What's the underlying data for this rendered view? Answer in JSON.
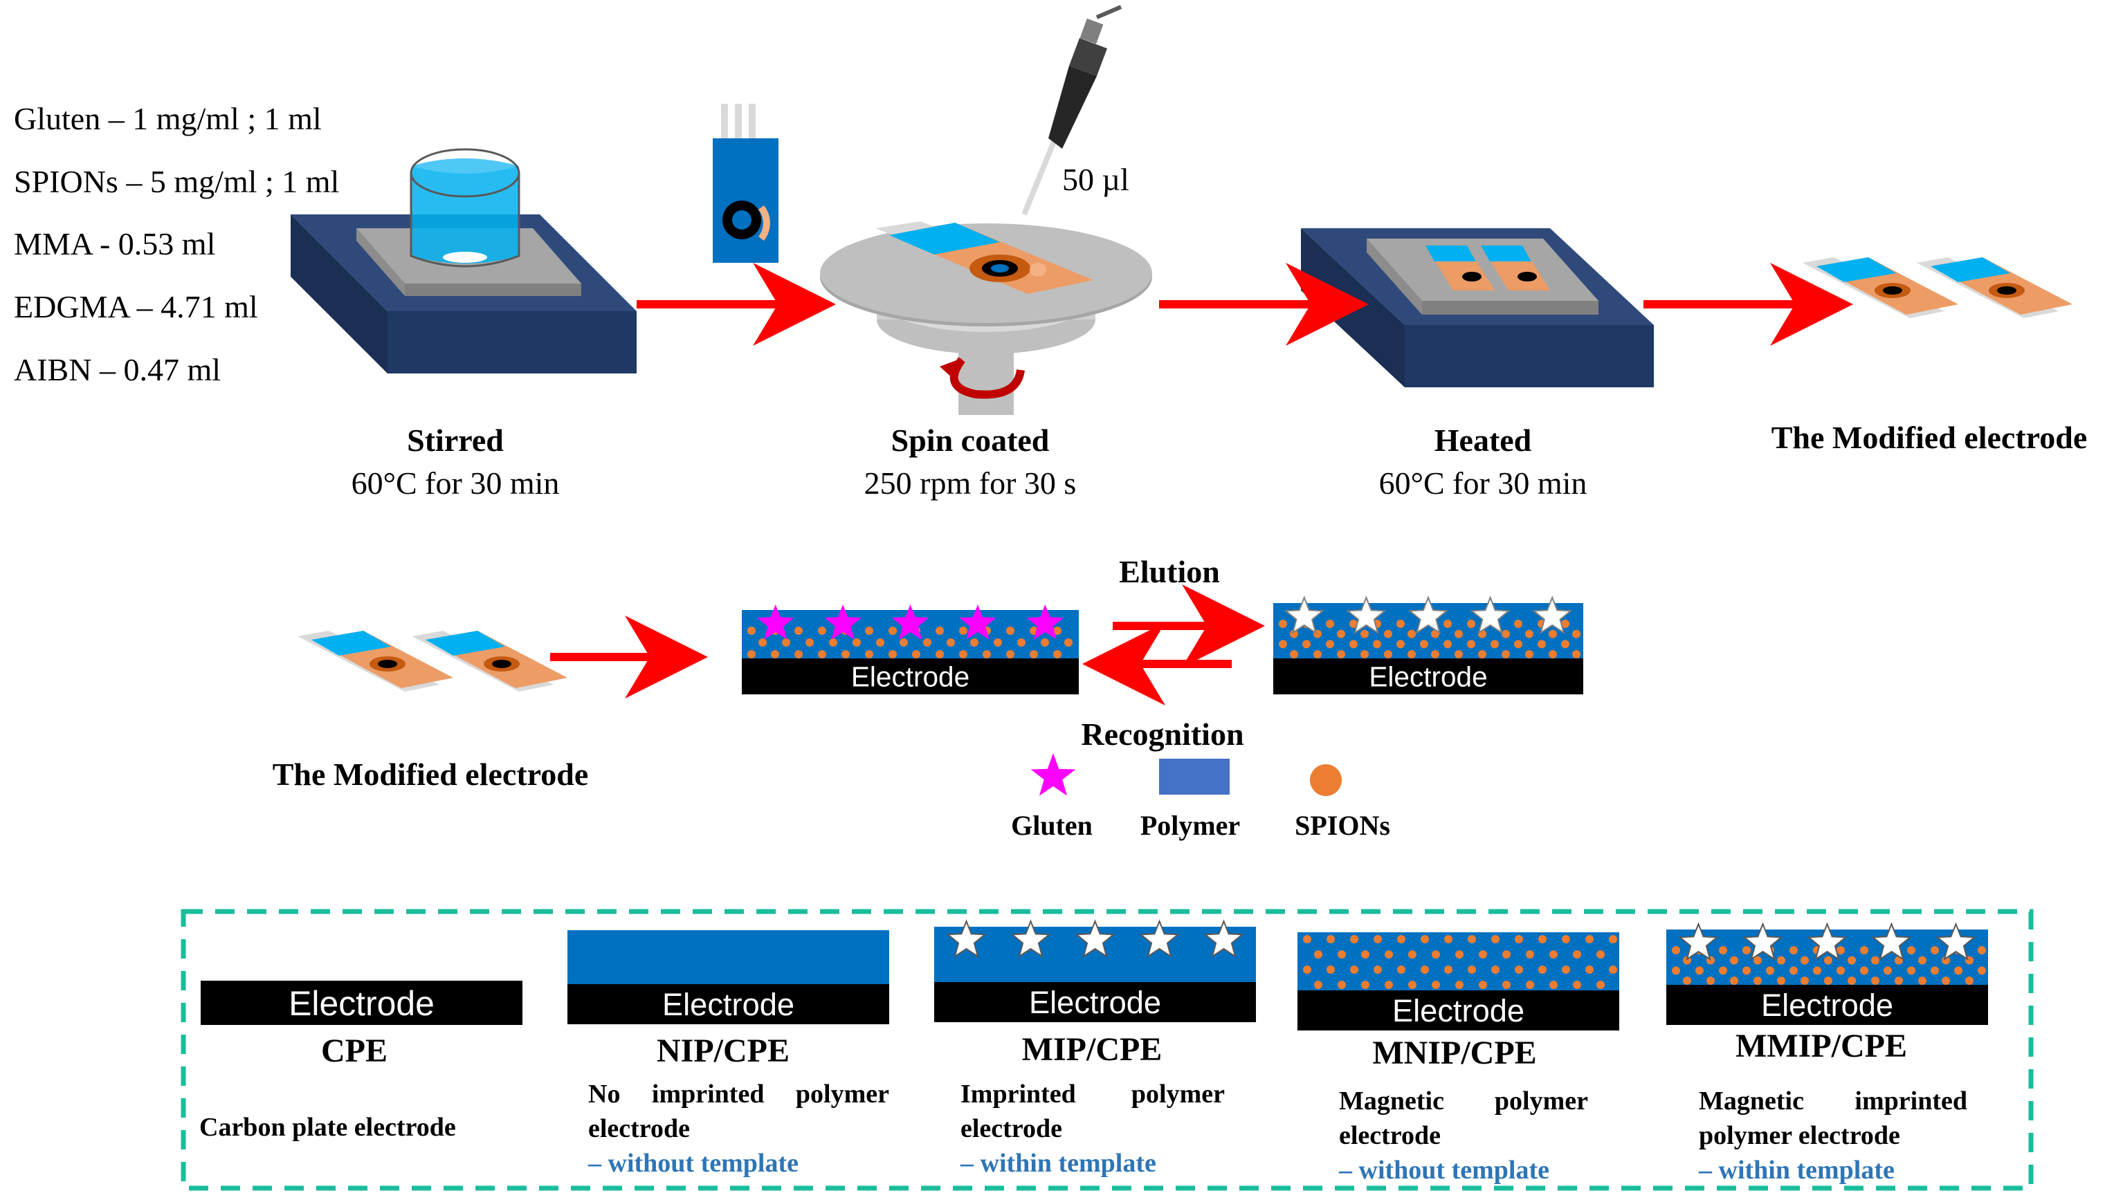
{
  "ingredients": [
    "Gluten – 1 mg/ml ; 1 ml",
    "SPIONs – 5 mg/ml ; 1 ml",
    "MMA - 0.53 ml",
    "EDGMA – 4.71 ml",
    "AIBN – 0.47 ml"
  ],
  "pipette_volume": "50 µl",
  "steps": [
    {
      "title": "Stirred",
      "detail": "60°C for 30 min"
    },
    {
      "title": "Spin coated",
      "detail": "250 rpm for 30 s"
    },
    {
      "title": "Heated",
      "detail": "60°C for 30 min"
    },
    {
      "title": "The Modified electrode",
      "detail": ""
    }
  ],
  "recognition": {
    "modified_label": "The Modified electrode",
    "elution_label": "Elution",
    "recognition_label": "Recognition",
    "electrode_text": "Electrode"
  },
  "legend": [
    {
      "name": "Gluten",
      "symbol": "star",
      "color": "#ff00ff"
    },
    {
      "name": "Polymer",
      "symbol": "rectangle",
      "color": "#4472c4"
    },
    {
      "name": "SPIONs",
      "symbol": "circle",
      "color": "#ed7d31"
    }
  ],
  "electrode_types": [
    {
      "abbr": "CPE",
      "desc_lines": [
        "Carbon plate electrode"
      ],
      "note": ""
    },
    {
      "abbr": "NIP/CPE",
      "desc_lines": [
        "No imprinted polymer",
        "electrode"
      ],
      "note": "– without template"
    },
    {
      "abbr": "MIP/CPE",
      "desc_lines": [
        "Imprinted polymer",
        "electrode"
      ],
      "note": "– within template"
    },
    {
      "abbr": "MNIP/CPE",
      "desc_lines": [
        "Magnetic polymer",
        "electrode"
      ],
      "note": "– without template"
    },
    {
      "abbr": "MMIP/CPE",
      "desc_lines": [
        "Magnetic imprinted",
        "polymer electrode"
      ],
      "note": "– within template"
    }
  ],
  "colors": {
    "arrow": "#ff0000",
    "polymer": "#0070c0",
    "electrode": "#000000",
    "spion": "#ed7d31",
    "gluten": "#ff00ff",
    "platform": "#1f3864",
    "box_border": "#1abc9c",
    "note_blue": "#2e75b6"
  }
}
